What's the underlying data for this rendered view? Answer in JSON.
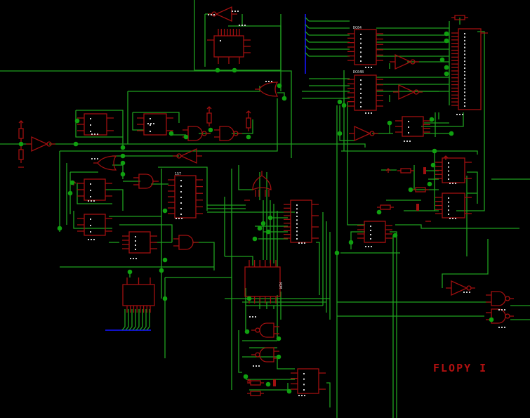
{
  "schematic": {
    "title": "FLOPY I",
    "colors": {
      "background": "#000000",
      "wire": "#1fa01f",
      "component": "#a01010",
      "junction": "#10a010",
      "bus": "#1010c8",
      "label": "#d8d8d8",
      "title": "#b01010"
    },
    "chip_labels": {
      "u_dc1": "DC64",
      "u_dc2": "DC64B",
      "u_mux": "157",
      "u_rom": "ROM"
    },
    "components": [
      {
        "id": "u_top",
        "type": "ic",
        "name": "ic-top-center"
      },
      {
        "id": "inv_top",
        "type": "inverter",
        "name": "inverter-top"
      },
      {
        "id": "u_dc1",
        "type": "ic",
        "name": "ic-dc64"
      },
      {
        "id": "u_dc2",
        "type": "ic",
        "name": "ic-dc64b"
      },
      {
        "id": "u_big",
        "type": "ic",
        "name": "ic-large-right"
      },
      {
        "id": "inv_r1",
        "type": "inverter",
        "name": "inverter-right-1"
      },
      {
        "id": "inv_r2",
        "type": "inverter",
        "name": "inverter-right-2"
      },
      {
        "id": "inv_r3",
        "type": "inverter",
        "name": "inverter-right-3"
      },
      {
        "id": "u_ff_r",
        "type": "ic",
        "name": "flipflop-right"
      },
      {
        "id": "u_os1",
        "type": "ic",
        "name": "oneshot-1"
      },
      {
        "id": "u_os2",
        "type": "ic",
        "name": "oneshot-2"
      },
      {
        "id": "u_os3",
        "type": "ic",
        "name": "oneshot-3"
      },
      {
        "id": "u_ff_l1",
        "type": "ic",
        "name": "flipflop-left-1"
      },
      {
        "id": "u_ff_l2",
        "type": "ic",
        "name": "flipflop-left-2"
      },
      {
        "id": "u_ff_l3",
        "type": "ic",
        "name": "flipflop-left-3"
      },
      {
        "id": "u_ff_l4",
        "type": "ic",
        "name": "flipflop-left-4"
      },
      {
        "id": "u_cnt",
        "type": "ic",
        "name": "counter-small"
      },
      {
        "id": "u_mux",
        "type": "ic",
        "name": "ic-157"
      },
      {
        "id": "u_ctr",
        "type": "ic",
        "name": "ic-center-right"
      },
      {
        "id": "u_rom",
        "type": "ic",
        "name": "ic-rom"
      },
      {
        "id": "u_buf",
        "type": "ic",
        "name": "ic-bus-buffer"
      },
      {
        "id": "inv_in",
        "type": "inverter",
        "name": "input-inverter"
      },
      {
        "id": "inv_mid",
        "type": "inverter",
        "name": "inverter-mid"
      },
      {
        "id": "inv_br",
        "type": "inverter",
        "name": "inverter-bottom-right"
      },
      {
        "id": "nand_1",
        "type": "nand",
        "name": "nand-gate-1"
      },
      {
        "id": "nand_2",
        "type": "nand",
        "name": "nand-gate-2"
      },
      {
        "id": "nand_br1",
        "type": "nand",
        "name": "nand-gate-bottom-right-1"
      },
      {
        "id": "nand_br2",
        "type": "nand",
        "name": "nand-gate-bottom-right-2"
      },
      {
        "id": "nand_b1",
        "type": "nand",
        "name": "nand-gate-bottom-1"
      },
      {
        "id": "nand_b2",
        "type": "nand",
        "name": "nand-gate-bottom-2"
      },
      {
        "id": "and_1",
        "type": "and",
        "name": "and-gate-1"
      },
      {
        "id": "and_2",
        "type": "and",
        "name": "and-gate-2"
      },
      {
        "id": "or_1",
        "type": "or",
        "name": "or-gate-top"
      },
      {
        "id": "or_2",
        "type": "or",
        "name": "or-gate-left"
      },
      {
        "id": "or_3",
        "type": "or",
        "name": "or-gate-center"
      }
    ]
  }
}
